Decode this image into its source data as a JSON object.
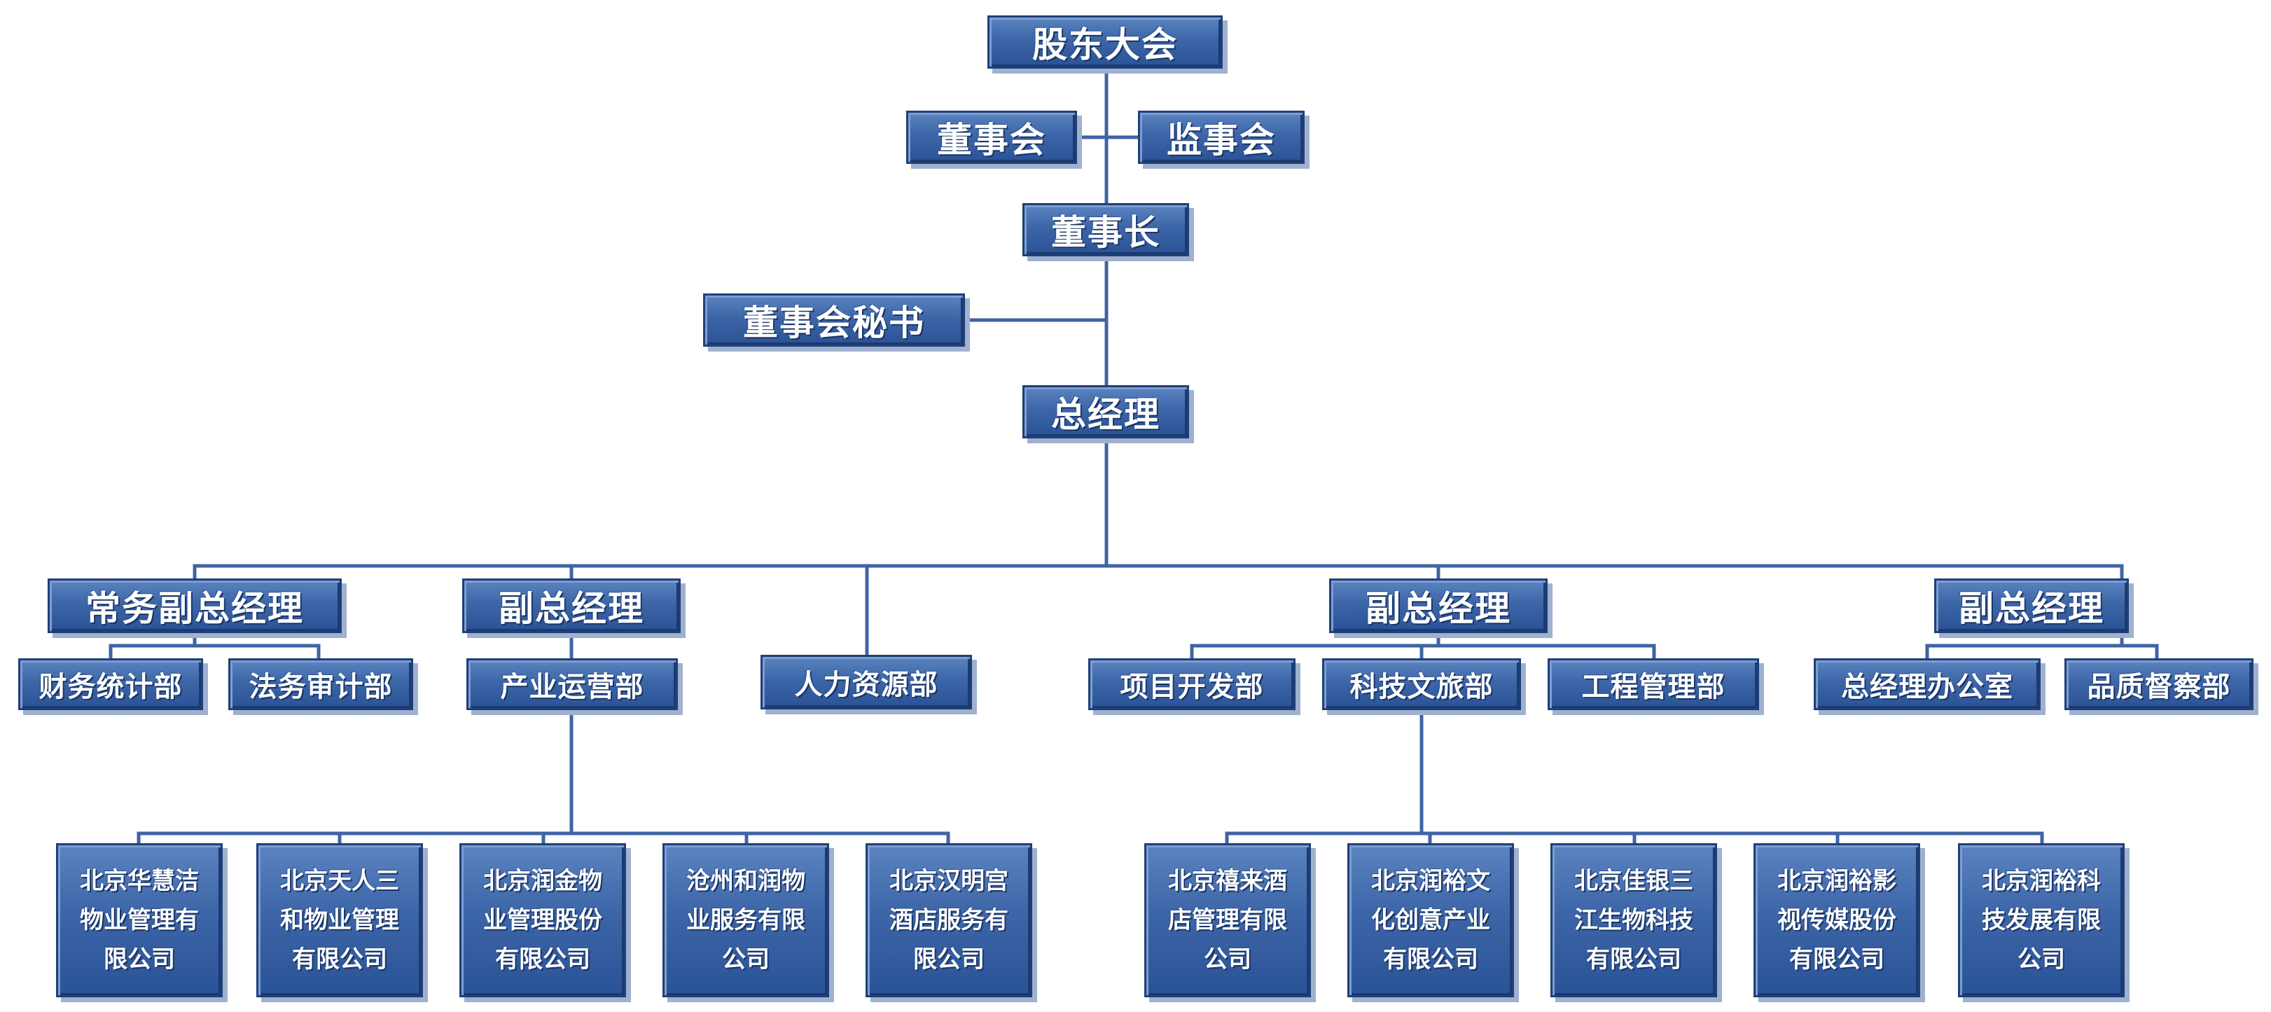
{
  "org": {
    "shareholders": "股东大会",
    "board": "董事会",
    "supervisors": "监事会",
    "chairman": "董事长",
    "board_secretary": "董事会秘书",
    "gm": "总经理",
    "exec_vp": "常务副总经理",
    "finance": "财务统计部",
    "legal": "法务审计部",
    "vp1": "副总经理",
    "industry_ops": "产业运营部",
    "hr": "人力资源部",
    "vp2": "副总经理",
    "project_dev": "项目开发部",
    "tech_tourism": "科技文旅部",
    "engineering": "工程管理部",
    "vp3": "副总经理",
    "gm_office": "总经理办公室",
    "quality": "品质督察部",
    "sub_a1": "北京华慧洁\n物业管理有\n限公司",
    "sub_a2": "北京天人三\n和物业管理\n有限公司",
    "sub_a3": "北京润金物\n业管理股份\n有限公司",
    "sub_a4": "沧州和润物\n业服务有限\n公司",
    "sub_a5": "北京汉明宫\n酒店服务有\n限公司",
    "sub_b1": "北京禧来酒\n店管理有限\n公司",
    "sub_b2": "北京润裕文\n化创意产业\n有限公司",
    "sub_b3": "北京佳银三\n江生物科技\n有限公司",
    "sub_b4": "北京润裕影\n视传媒股份\n有限公司",
    "sub_b5": "北京润裕科\n技发展有限\n公司"
  },
  "colors": {
    "box_top": "#5b83c0",
    "box_bottom": "#2a5296",
    "line": "#3f64a4",
    "shadow": "#9fb1cf"
  }
}
